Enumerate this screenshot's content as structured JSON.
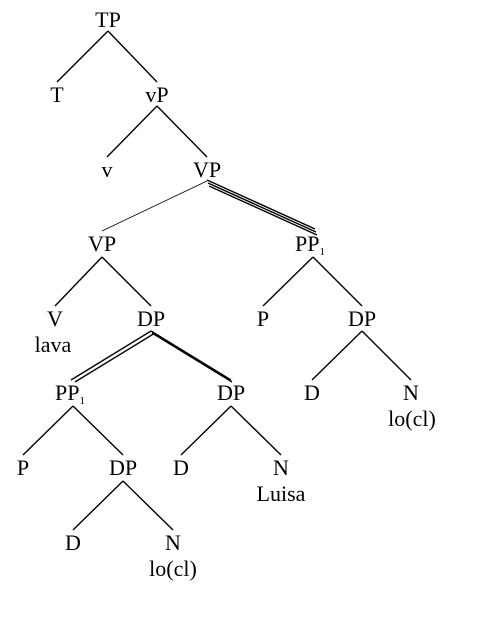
{
  "tree": {
    "nodes": {
      "tp": "TP",
      "t": "T",
      "vp_small": "vP",
      "v_small": "v",
      "vp_top": "VP",
      "vp_lower": "VP",
      "pp1_right": "PP",
      "pp1_right_sub": "1",
      "v_big": "V",
      "v_big_word": "lava",
      "dp_upper": "DP",
      "p_right": "P",
      "dp_right": "DP",
      "pp1_left": "PP",
      "pp1_left_sub": "1",
      "dp_mid": "DP",
      "d_right": "D",
      "n_right": "N",
      "n_right_word": "lo(cl)",
      "p_left": "P",
      "dp_left": "DP",
      "d_mid": "D",
      "n_mid": "N",
      "n_mid_word": "Luisa",
      "d_left": "D",
      "n_left": "N",
      "n_left_word": "lo(cl)"
    }
  }
}
